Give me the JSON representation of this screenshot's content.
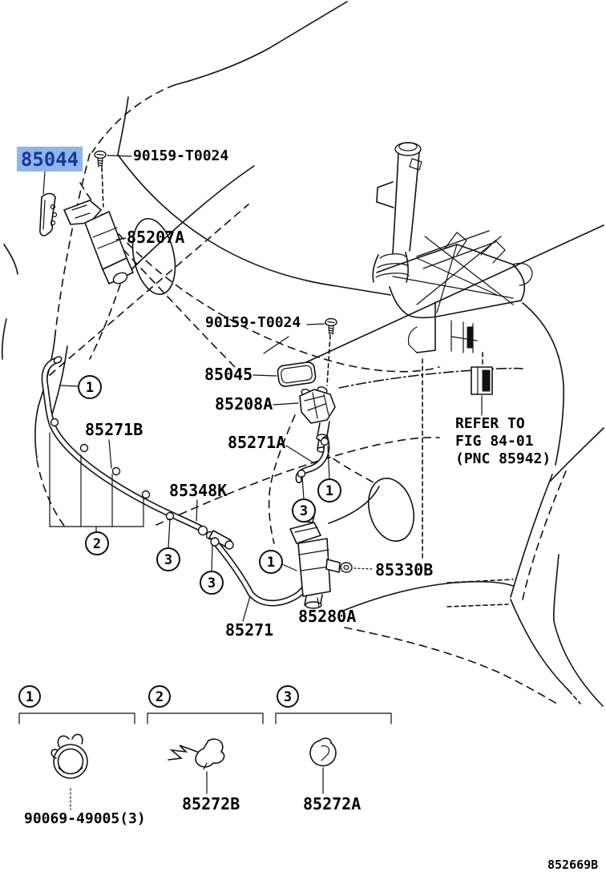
{
  "colors": {
    "highlight_bg": "#8FB5EA",
    "highlight_text": "#17389B",
    "line": "#111111",
    "label": "#000000"
  },
  "parts": {
    "p85044": "85044",
    "screw_top": "90159-T0024",
    "p85207a": "85207A",
    "screw_mid": "90159-T0024",
    "p85045": "85045",
    "p85208a": "85208A",
    "p85271a": "85271A",
    "p85271b": "85271B",
    "p85348k": "85348K",
    "p85330b": "85330B",
    "p85280a": "85280A",
    "p85271": "85271",
    "p90069": "90069-49005(3)",
    "p85272b": "85272B",
    "p85272a": "85272A"
  },
  "note": {
    "line1": "REFER TO",
    "line2": "FIG 84-01",
    "line3": "(PNC 85942)"
  },
  "callouts": {
    "c1": "1",
    "c2": "2",
    "c3": "3"
  },
  "footer": {
    "doc_id": "852669B"
  }
}
